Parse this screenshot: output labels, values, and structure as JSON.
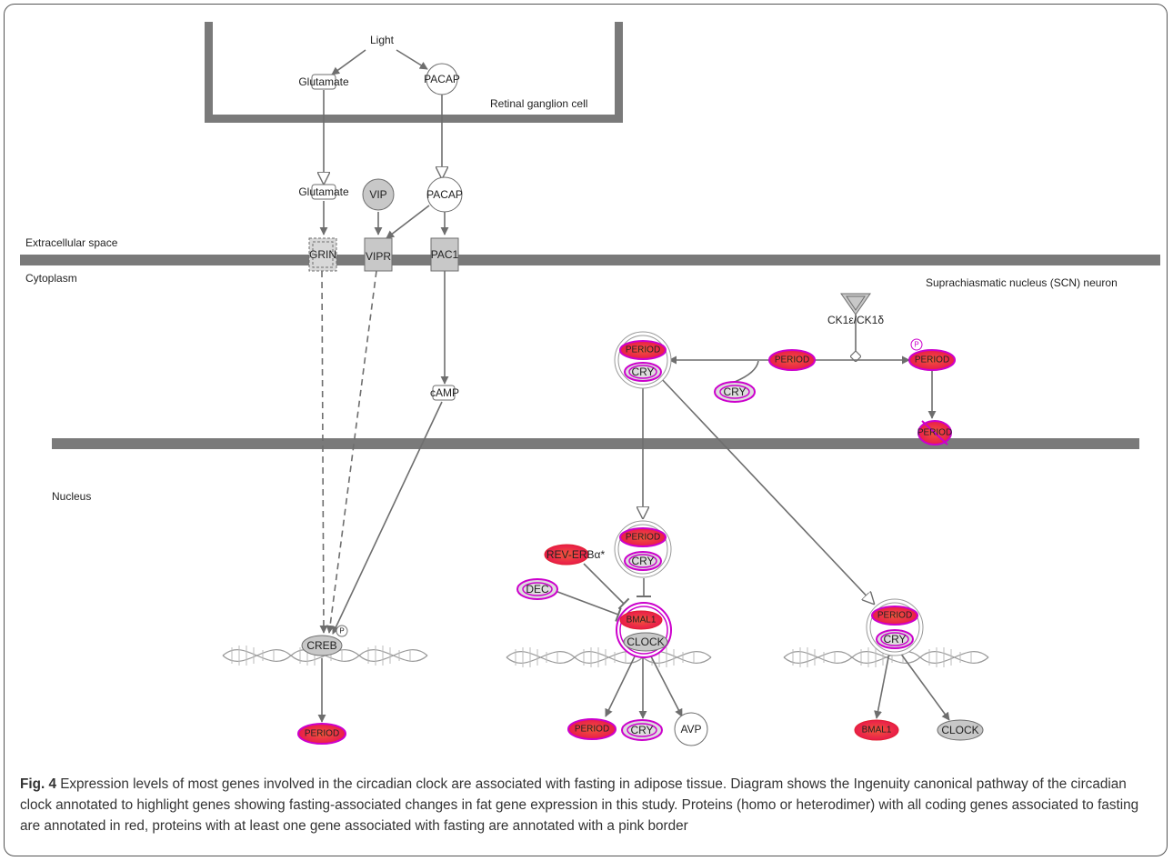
{
  "regions": {
    "cell_label": "Retinal ganglion cell",
    "extracellular": "Extracellular space",
    "cytoplasm": "Cytoplasm",
    "scn": "Suprachiasmatic nucleus (SCN) neuron",
    "nucleus": "Nucleus"
  },
  "nodes": {
    "light": "Light",
    "glutamate_1": "Glutamate",
    "pacap_1": "PACAP",
    "glutamate_2": "Glutamate",
    "vip": "VIP",
    "pacap_2": "PACAP",
    "grin": "GRIN",
    "vipr": "VIPR",
    "pac1": "PAC1",
    "camp": "cAMP",
    "ck1": "CK1ε/CK1δ",
    "period_a": "PERIOD",
    "cry_a": "CRY",
    "period_free": "PERIOD",
    "cry_free": "CRY",
    "period_p": "PERIOD",
    "phospho_p": "P",
    "period_deg": "PERIOD",
    "period_b": "PERIOD",
    "cry_b": "CRY",
    "reverb": "REV-ERBα*",
    "dec": "DEC",
    "bmal1": "BMAL1",
    "clock": "CLOCK",
    "creb": "CREB",
    "creb_p": "P",
    "period_c": "PERIOD",
    "cry_c": "CRY",
    "period_out1": "PERIOD",
    "period_out2": "PERIOD",
    "cry_out": "CRY",
    "avp": "AVP",
    "bmal1_out": "BMAL1",
    "clock_out": "CLOCK"
  },
  "colors": {
    "membrane": "#7a7a7a",
    "red_fill": "#ee1c45",
    "pink_border": "#cc00cc",
    "grey_fill": "#c8c8c8",
    "edge": "#6e6e6e"
  },
  "caption": {
    "fig": "Fig. 4",
    "text": " Expression levels of most genes involved in the circadian clock are associated with fasting in adipose tissue. Diagram shows the Ingenuity canonical pathway of the circadian clock annotated to highlight genes showing fasting-associated changes in fat gene expression in this study. Proteins (homo or heterodimer) with all coding genes associated to fasting are annotated in red, proteins with at least one gene associated with fasting are annotated with a pink border"
  }
}
